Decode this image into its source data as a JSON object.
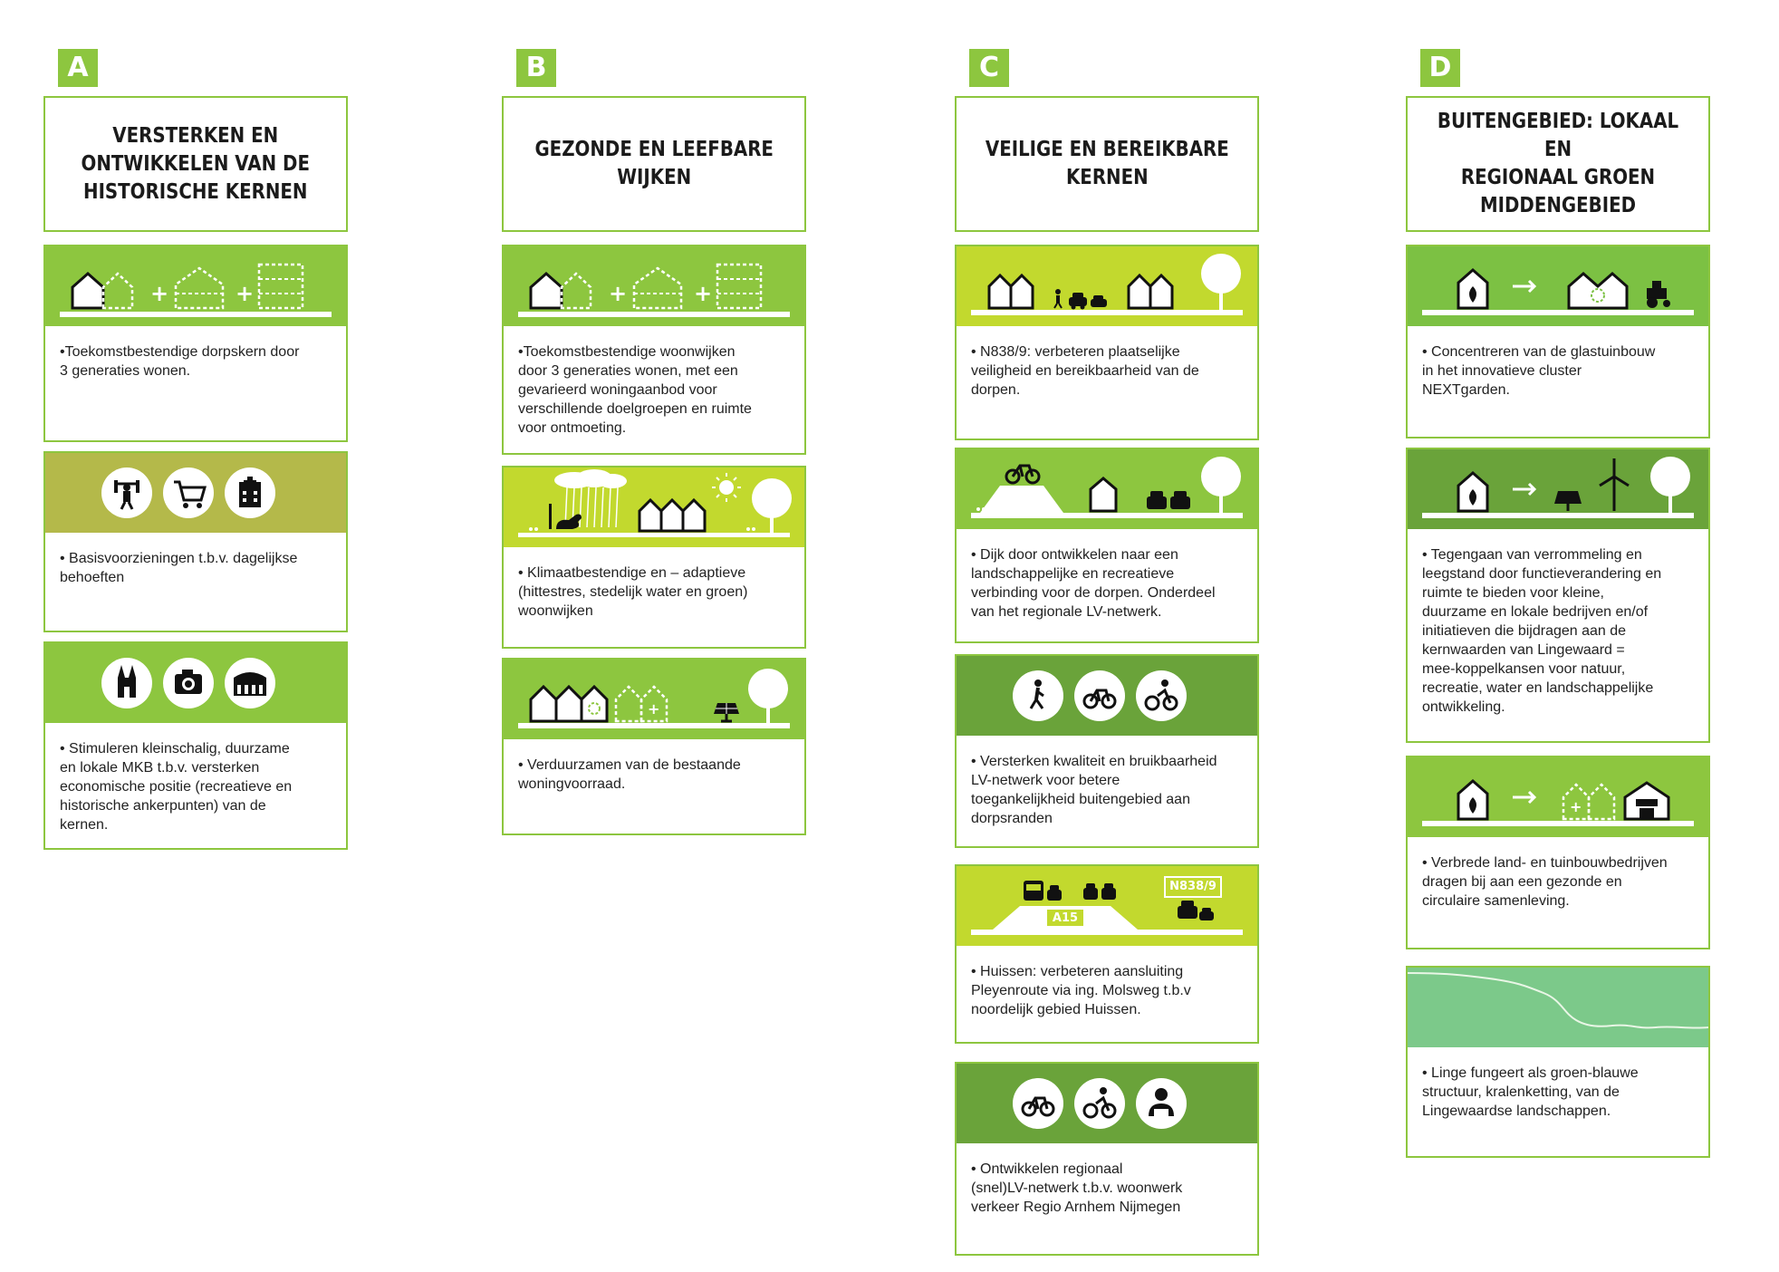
{
  "columns": [
    {
      "letter": "A",
      "title": "VERSTERKEN EN\nONTWIKKELEN VAN DE\nHISTORISCHE KERNEN",
      "cards": [
        {
          "text": "•Toekomstbestendige dorpskern door\n3 generaties wonen."
        },
        {
          "text": "• Basisvoorzieningen t.b.v. dagelijkse\nbehoeften"
        },
        {
          "text": "• Stimuleren kleinschalig, duurzame\nen lokale MKB t.b.v. versterken\neconomische positie (recreatieve en\nhistorische ankerpunten) van de\nkernen."
        }
      ]
    },
    {
      "letter": "B",
      "title": "GEZONDE EN LEEFBARE\nWIJKEN",
      "cards": [
        {
          "text": "•Toekomstbestendige woonwijken\ndoor 3 generaties wonen, met een\ngevarieerd woningaanbod voor\nverschillende doelgroepen en ruimte\nvoor ontmoeting."
        },
        {
          "text": "• Klimaatbestendige en – adaptieve\n(hittestres, stedelijk water en groen)\nwoonwijken"
        },
        {
          "text": "• Verduurzamen van de bestaande\nwoningvoorraad."
        }
      ]
    },
    {
      "letter": "C",
      "title": "VEILIGE EN BEREIKBARE\nKERNEN",
      "cards": [
        {
          "text": "• N838/9: verbeteren plaatselijke\nveiligheid en bereikbaarheid van de\ndorpen."
        },
        {
          "text": "• Dijk door ontwikkelen naar een\nlandschappelijke en recreatieve\nverbinding voor de dorpen. Onderdeel\nvan het regionale LV-netwerk."
        },
        {
          "text": "• Versterken kwaliteit en bruikbaarheid\nLV-netwerk voor betere\ntoegankelijkheid buitengebied aan\ndorpsranden"
        },
        {
          "text": "• Huissen: verbeteren aansluiting\nPleyenroute via ing. Molsweg t.b.v\nnoordelijk gebied Huissen.",
          "road_a15": "A15",
          "road_n838": "N838/9"
        },
        {
          "text": "• Ontwikkelen regionaal\n(snel)LV-netwerk t.b.v. woonwerk\nverkeer Regio Arnhem Nijmegen"
        }
      ]
    },
    {
      "letter": "D",
      "title": "BUITENGEBIED: LOKAAL EN\nREGIONAAL GROEN\nMIDDENGEBIED",
      "cards": [
        {
          "text": "• Concentreren van de glastuinbouw\nin het innovatieve cluster\nNEXTgarden."
        },
        {
          "text": "• Tegengaan van verrommeling en\nleegstand door functieverandering en\nruimte te bieden voor kleine,\nduurzame en lokale bedrijven en/of\ninitiatieven die bijdragen aan de\nkernwaarden van Lingewaard =\nmee-koppelkansen voor natuur,\nrecreatie, water en landschappelijke\nontwikkeling."
        },
        {
          "text": "• Verbrede land- en tuinbouwbedrijven\ndragen bij aan een gezonde en\ncirculaire samenleving."
        },
        {
          "text": "• Linge fungeert als groen-blauwe\nstructuur, kralenketting, van de\nLingewaardse landschappen."
        }
      ]
    }
  ],
  "colors": {
    "accent": "#8dc63f",
    "lime": "#c2d92e",
    "olive": "#b4b94a",
    "mid_green": "#7cc143",
    "dark_green": "#6aa33a",
    "linge_green": "#7cc98a"
  }
}
